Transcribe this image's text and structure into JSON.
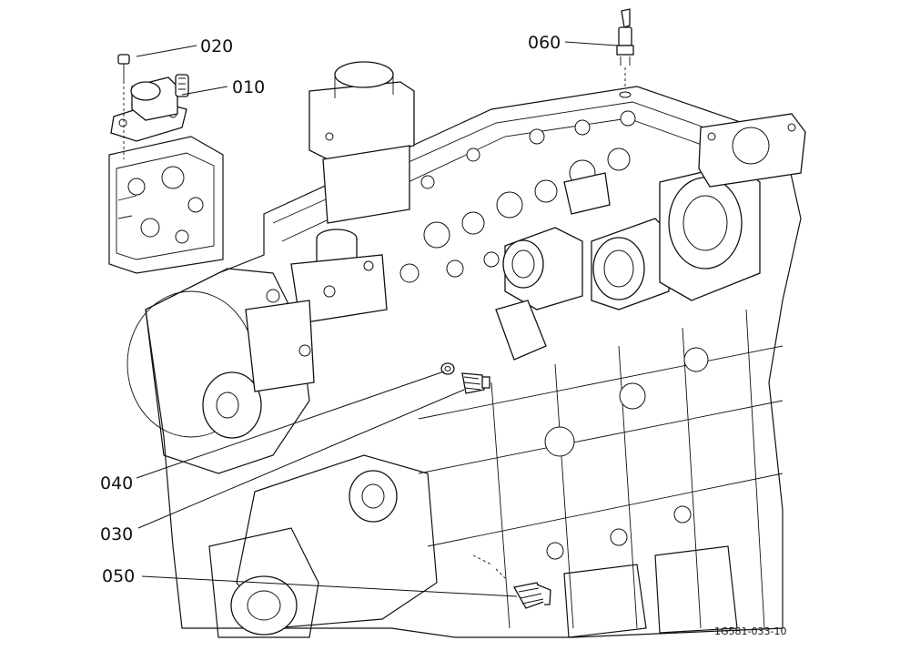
{
  "callouts": {
    "c010": "010",
    "c020": "020",
    "c030": "030",
    "c040": "040",
    "c050": "050",
    "c060": "060"
  },
  "doc_id": "1G581-033-10"
}
